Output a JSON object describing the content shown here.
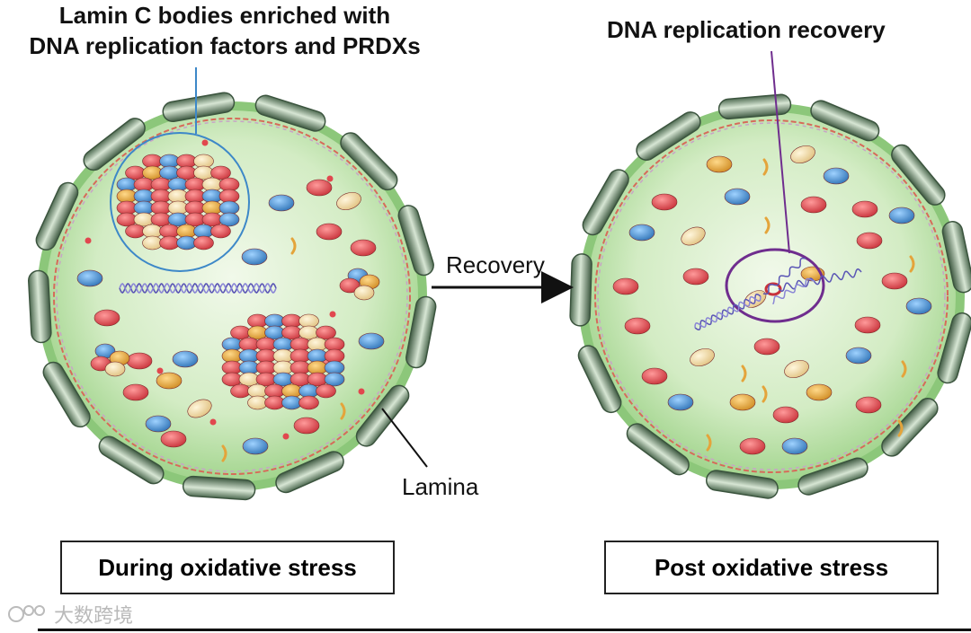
{
  "labels": {
    "lamin_c_bodies_line1": "Lamin C bodies enriched with",
    "lamin_c_bodies_line2": "DNA replication factors and PRDXs",
    "dna_replication_recovery": "DNA replication recovery",
    "recovery": "Recovery",
    "lamina": "Lamina"
  },
  "captions": {
    "left": "During oxidative stress",
    "right": "Post oxidative stress"
  },
  "watermark": {
    "text": "大数跨境",
    "icon": "watermark-logo-icon"
  },
  "colors": {
    "nucleus_fill": "#b9dfa5",
    "nucleus_rim": "#7fc26a",
    "lamina_segment": "#5f7e62",
    "lamina_segment_light": "#c6d9c4",
    "protein_red": "#e1474e",
    "protein_blue": "#3f8fd1",
    "protein_orange": "#e4a43b",
    "protein_cream": "#f3d9a1",
    "callout_left": "#3d88c8",
    "callout_right": "#6f2d8e",
    "dna": "#5a55b5"
  }
}
